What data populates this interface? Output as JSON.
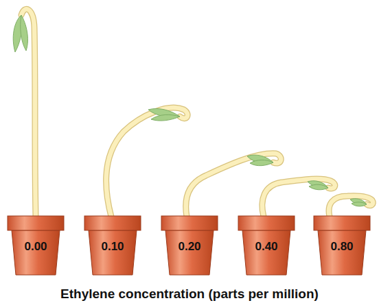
{
  "diagram": {
    "caption": "Ethylene concentration (parts per million)",
    "nodes": [
      {
        "text": [
          "0.00"
        ]
      },
      {
        "text": [
          "0.10"
        ]
      },
      {
        "text": [
          "0.20"
        ]
      },
      {
        "text": [
          "0.40"
        ]
      },
      {
        "text": [
          "0.80"
        ]
      }
    ]
  }
}
